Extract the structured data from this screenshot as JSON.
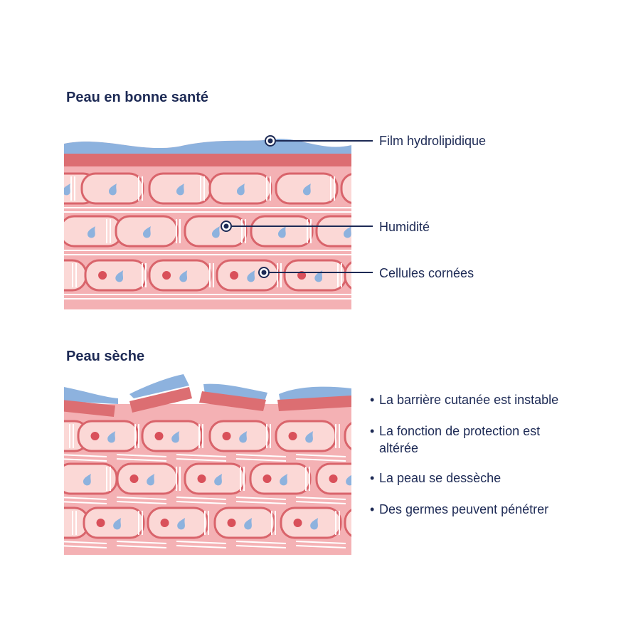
{
  "sections": {
    "healthy_title": "Peau en bonne santé",
    "dry_title": "Peau sèche"
  },
  "callouts": {
    "film": "Film hydrolipidique",
    "humidity": "Humidité",
    "cells": "Cellules cornées"
  },
  "dry_bullets": [
    "La barrière cutanée est instable",
    "La fonction de protection est altérée",
    "La peau se dessèche",
    "Des germes peuvent pénétrer"
  ],
  "bullet_glyph": "•",
  "colors": {
    "film": "#8db2de",
    "barrier": "#dc6e72",
    "tissue": "#f4b1b4",
    "cell_fill": "#fbd8d6",
    "cell_border": "#d9646b",
    "nucleus": "#d9505a",
    "droplet": "#8db2de",
    "text": "#1d2a55"
  }
}
